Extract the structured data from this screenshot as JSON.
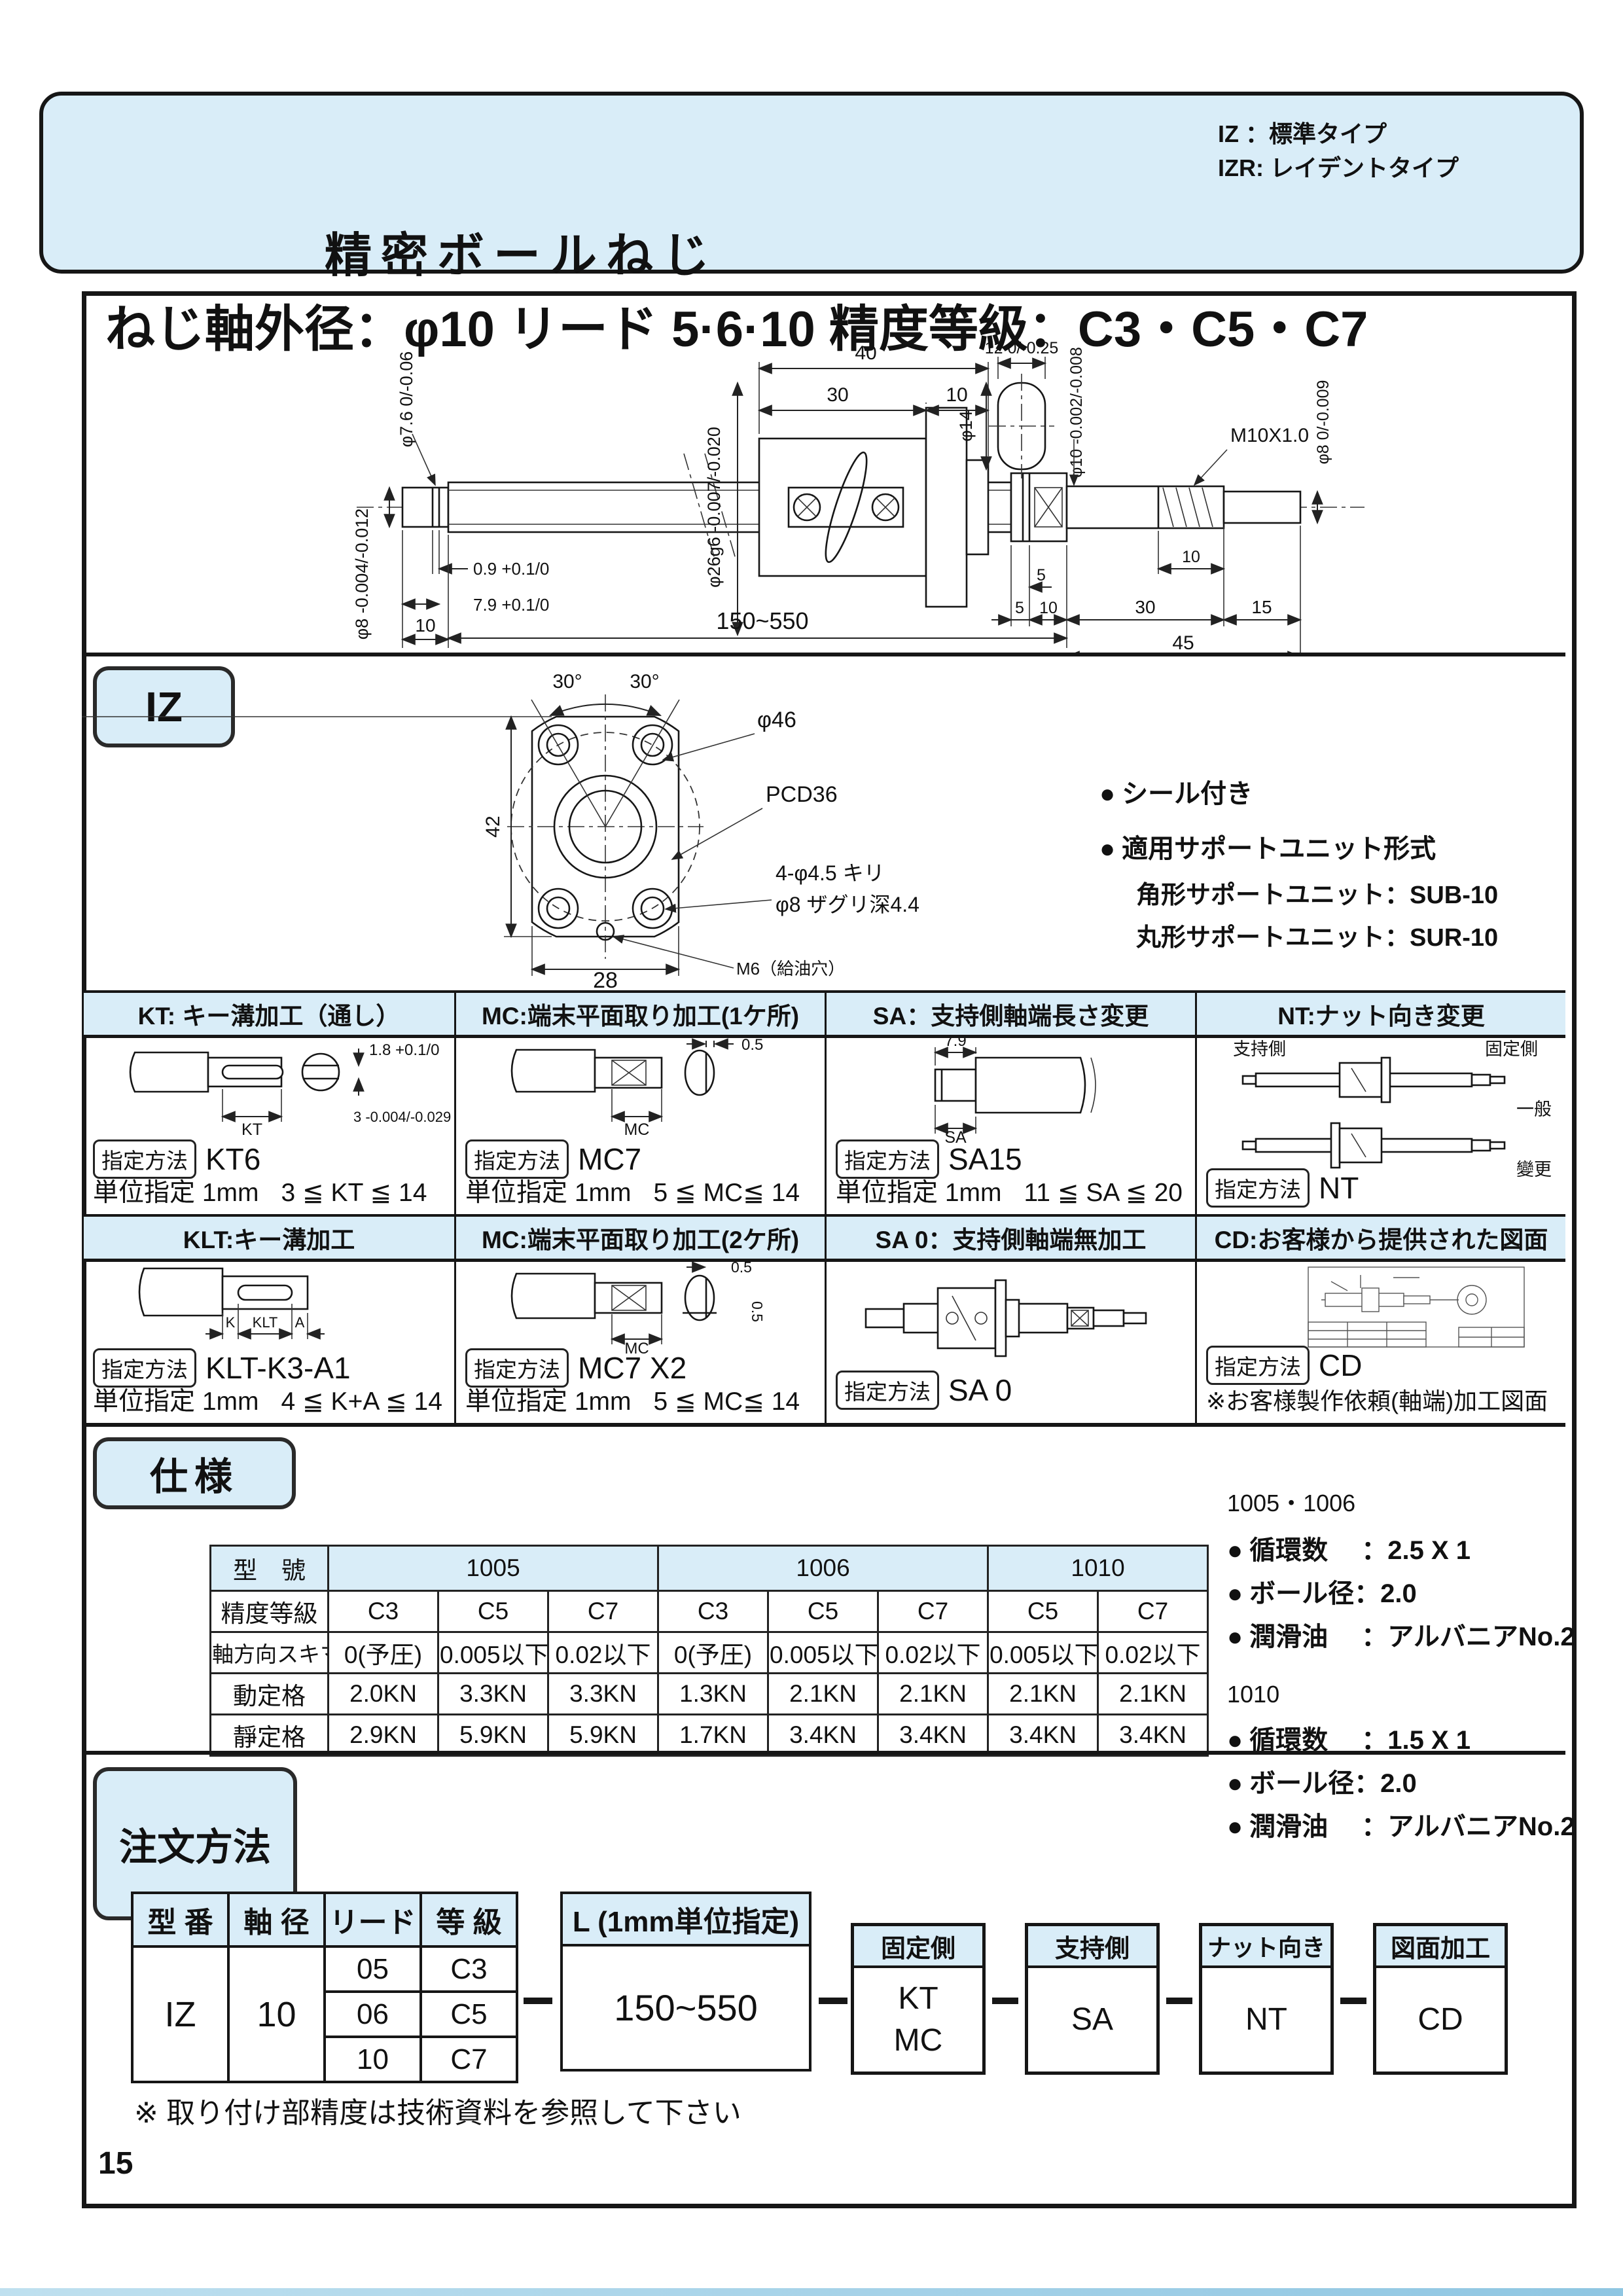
{
  "labels": {
    "method": "指定方法",
    "bullet": "●"
  },
  "page_number": "15",
  "header": {
    "title": "精密ボールねじ",
    "type_note_1": "IZ ：標準タイプ",
    "type_note_2": "IZR: レイデントタイプ",
    "subtitle": "ねじ軸外径：φ10 リード 5·6·10 精度等級：C3・C5・C7"
  },
  "main_drawing": {
    "phi76": "φ7.6 0/-0.06",
    "phi8l": "φ8 -0.004/-0.012",
    "d09": "0.9 +0.1/0",
    "d79": "7.9 +0.1/0",
    "d10l": "10",
    "len": "150~550",
    "phi26": "φ26g6 -0.007/-0.020",
    "d40": "40",
    "d30n": "30",
    "d10n": "10",
    "d12": "12 0/-0.25",
    "phi14": "φ14",
    "d5a": "5",
    "d5b": "5",
    "d10m": "10",
    "d10t": "10",
    "d30r": "30",
    "d15": "15",
    "d45": "45",
    "phi10": "φ10 -0.002/-0.008",
    "m10": "M10X1.0",
    "phi8r": "φ8 0/-0.009"
  },
  "iz": {
    "tag": "IZ",
    "ang_l": "30°",
    "ang_r": "30°",
    "d46": "φ46",
    "pcd": "PCD36",
    "h42": "42",
    "w28": "28",
    "holes1": "4-φ4.5 キリ",
    "holes2": "φ8 ザグリ深4.4",
    "m6": "M6（給油穴）",
    "b1": "シール付き",
    "b2": "適用サポートユニット形式",
    "b3": "角形サポートユニット：SUB-10",
    "b4": "丸形サポートユニット：SUR-10"
  },
  "options": {
    "row1": [
      {
        "title": "KT: キー溝加工（通し）",
        "code": "KT6",
        "unit": "単位指定 1mm",
        "range": "3 ≦ KT ≦ 14",
        "da": "1.8 +0.1/0",
        "db": "KT",
        "dc": "3 -0.004/-0.029"
      },
      {
        "title": "MC:端末平面取り加工(1ケ所)",
        "code": "MC7",
        "unit": "単位指定 1mm",
        "range": "5 ≦ MC≦ 14",
        "da": "0.5",
        "db": "MC"
      },
      {
        "title": "SA：支持側軸端長さ変更",
        "code": "SA15",
        "unit": "単位指定 1mm",
        "range": "11 ≦ SA ≦ 20",
        "da": "7.9",
        "db": "SA"
      },
      {
        "title": "NT:ナット向き変更",
        "code": "NT",
        "tl": "支持側",
        "tr": "固定側",
        "mr": "一般",
        "br": "變更"
      }
    ],
    "row2": [
      {
        "title": "KLT:キー溝加工",
        "code": "KLT-K3-A1",
        "unit": "単位指定 1mm",
        "range": "4 ≦ K+A ≦ 14",
        "da": "K",
        "db": "KLT",
        "dc": "A"
      },
      {
        "title": "MC:端末平面取り加工(2ケ所)",
        "code": "MC7 X2",
        "unit": "単位指定 1mm",
        "range": "5 ≦ MC≦ 14",
        "da": "0.5",
        "db": "0.5",
        "dc": "MC"
      },
      {
        "title": "SA 0：支持側軸端無加工",
        "code": "SA 0"
      },
      {
        "title": "CD:お客様から提供された図面",
        "code": "CD",
        "note": "※お客様製作依頼(軸端)加工図面"
      }
    ]
  },
  "spec": {
    "tag": "仕様",
    "table": {
      "model_label": "型　號",
      "models": [
        "1005",
        "1006",
        "1010"
      ],
      "grade_label": "精度等級",
      "grades": [
        "C3",
        "C5",
        "C7",
        "C3",
        "C5",
        "C7",
        "C5",
        "C7"
      ],
      "backlash_label": "軸方向スキマ",
      "backlash": [
        "0(予圧)",
        "0.005以下",
        "0.02以下",
        "0(予圧)",
        "0.005以下",
        "0.02以下",
        "0.005以下",
        "0.02以下"
      ],
      "dynamic_label": "動定格",
      "dynamic": [
        "2.0KN",
        "3.3KN",
        "3.3KN",
        "1.3KN",
        "2.1KN",
        "2.1KN",
        "2.1KN",
        "2.1KN"
      ],
      "static_label": "靜定格",
      "static": [
        "2.9KN",
        "5.9KN",
        "5.9KN",
        "1.7KN",
        "3.4KN",
        "3.4KN",
        "3.4KN",
        "3.4KN"
      ]
    },
    "notes": {
      "g1_title": "1005・1006",
      "g1_l1": "循環数　 ：2.5 X 1",
      "g1_l2": "ボール径：2.0",
      "g1_l3": "潤滑油　 ：アルバニアNo.2",
      "g2_title": "1010",
      "g2_l1": "循環数　 ：1.5 X 1",
      "g2_l2": "ボール径：2.0",
      "g2_l3": "潤滑油　 ：アルバニアNo.2"
    }
  },
  "order": {
    "tag": "注文方法",
    "left": {
      "h_model": "型 番",
      "h_dia": "軸 径",
      "h_lead": "リード",
      "h_grade": "等 級",
      "model": "IZ",
      "dia": "10",
      "leads": [
        "05",
        "06",
        "10"
      ],
      "grades": [
        "C3",
        "C5",
        "C7"
      ]
    },
    "length": {
      "header": "L (1mm単位指定)",
      "value": "150~550"
    },
    "fixed": {
      "header": "固定側",
      "v1": "KT",
      "v2": "MC"
    },
    "support": {
      "header": "支持側",
      "value": "SA"
    },
    "nut": {
      "header": "ナット向き",
      "value": "NT"
    },
    "cd": {
      "header": "図面加工",
      "value": "CD"
    }
  },
  "footnote": "※ 取り付け部精度は技術資料を参照して下さい"
}
